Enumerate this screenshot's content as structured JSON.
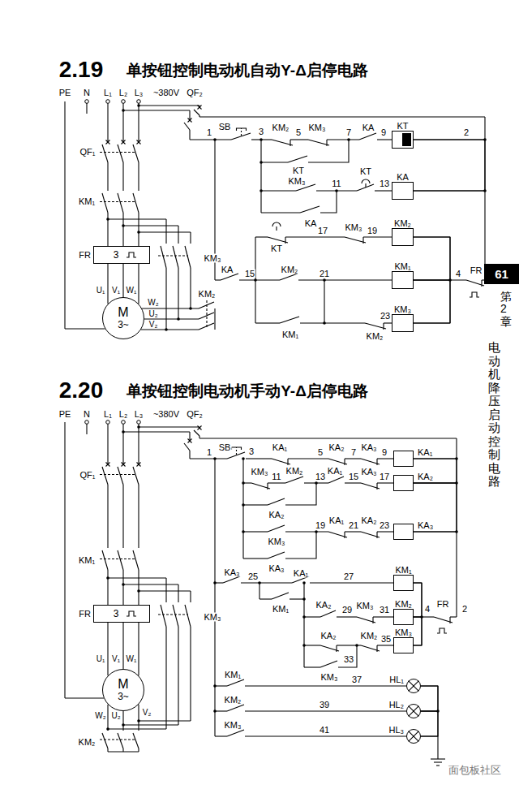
{
  "diagram": {
    "nodes": [
      {
        "text": [
          "FR",
          "3"
        ]
      },
      {
        "text": [
          "M",
          "3~"
        ]
      },
      {
        "text": [
          "KT"
        ]
      },
      {
        "text": [
          "KA"
        ]
      },
      {
        "text": [
          "KM₂"
        ]
      },
      {
        "text": [
          "KM₁"
        ]
      },
      {
        "text": [
          "KM₃"
        ]
      },
      {
        "text": [
          "61"
        ]
      },
      {
        "text": [
          "FR",
          "3"
        ]
      },
      {
        "text": [
          "M",
          "3~"
        ]
      },
      {
        "text": [
          "KA₁"
        ]
      },
      {
        "text": [
          "KA₂"
        ]
      },
      {
        "text": [
          "KA₃"
        ]
      },
      {
        "text": [
          "KM₁"
        ]
      },
      {
        "text": [
          "KM₂"
        ]
      },
      {
        "text": [
          "KM₃"
        ]
      },
      {
        "text": [
          "HL₁"
        ]
      },
      {
        "text": [
          "HL₂"
        ]
      },
      {
        "text": [
          "HL₃"
        ]
      }
    ],
    "edges": [
      {
        "from": 2,
        "to": 3,
        "arrow": "none"
      },
      {
        "from": 4,
        "to": 5,
        "arrow": "none"
      },
      {
        "from": 5,
        "to": 6,
        "arrow": "none"
      },
      {
        "from": 10,
        "to": 11,
        "arrow": "none"
      },
      {
        "from": 11,
        "to": 12,
        "arrow": "none"
      },
      {
        "from": 13,
        "to": 14,
        "arrow": "none"
      },
      {
        "from": 14,
        "to": 15,
        "arrow": "none"
      },
      {
        "from": 16,
        "to": 17,
        "arrow": "none"
      },
      {
        "from": 17,
        "to": 18,
        "arrow": "none"
      }
    ],
    "labels": [
      "2.19",
      "单按钮控制电动机自动Y-Δ启停电路",
      "PE",
      "N",
      "L₁",
      "L₂",
      "L₃",
      "~380V",
      "QF₂",
      "QF₁",
      "KM₁",
      "KM₃",
      "U₁",
      "V₁",
      "W₁",
      "W₂",
      "U₂",
      "V₂",
      "KM₂",
      "SB",
      "1",
      "3",
      "KM₂",
      "5",
      "KM₃",
      "7",
      "KA",
      "9",
      "2",
      "KT",
      "KM₃",
      "11",
      "KT",
      "13",
      "KA",
      "KT",
      "17",
      "KM₃",
      "19",
      "KA",
      "15",
      "KM₂",
      "21",
      "4",
      "FR",
      "23",
      "KM₁",
      "KM₂",
      "2.20",
      "单按钮控制电动机手动Y-Δ启停电路",
      "PE",
      "N",
      "L₁",
      "L₂",
      "L₃",
      "~380V",
      "QF₂",
      "SB",
      "1",
      "3",
      "KA₁",
      "5",
      "KA₂",
      "7",
      "KA₃",
      "9",
      "KM₃",
      "11",
      "KM₂",
      "13",
      "KA₁",
      "15",
      "KA₃",
      "17",
      "KA₂",
      "KM₃",
      "19",
      "KA₁",
      "21",
      "KA₂",
      "23",
      "KA₃",
      "KA₃",
      "25",
      "KA₁",
      "27",
      "KM₁",
      "KA₂",
      "29",
      "KM₃",
      "31",
      "4",
      "FR",
      "2",
      "KA₂",
      "KM₂",
      "35",
      "KM₃",
      "33",
      "KM₁",
      "37",
      "KM₂",
      "39",
      "KM₃",
      "41",
      "QF₁",
      "KM₁",
      "KM₃",
      "U₁",
      "V₁",
      "W₁",
      "W₂",
      "U₂",
      "V₂",
      "KM₂",
      "第2章",
      "电动机降压启动控制电路",
      "面包板社区"
    ]
  }
}
